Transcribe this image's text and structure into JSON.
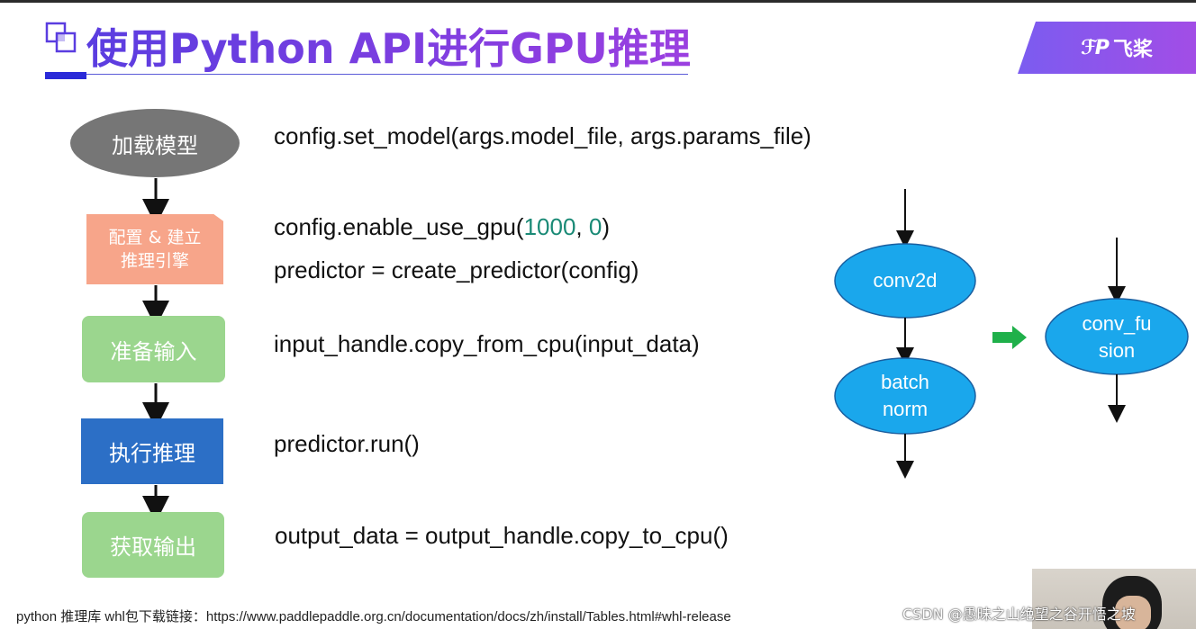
{
  "title": "使用Python API进行GPU推理",
  "logo": {
    "text": "飞桨",
    "glyph": "ℱP"
  },
  "flow": {
    "load": "加载模型",
    "config_line1": "配置 & 建立",
    "config_line2": "推理引擎",
    "input": "准备输入",
    "run": "执行推理",
    "output": "获取输出"
  },
  "code": {
    "set_model": "config.set_model(args.model_file, args.params_file)",
    "enable_gpu_prefix": "config.enable_use_gpu(",
    "enable_gpu_arg1": "1000",
    "enable_gpu_sep": ", ",
    "enable_gpu_arg2": "0",
    "enable_gpu_suffix": ")",
    "create_predictor": "predictor = create_predictor(config)",
    "copy_from_cpu": "input_handle.copy_from_cpu(input_data)",
    "run": "predictor.run()",
    "copy_to_cpu": "output_data = output_handle.copy_to_cpu()"
  },
  "fusion": {
    "conv2d": "conv2d",
    "batch_line1": "batch",
    "batch_line2": "norm",
    "fused_line1": "conv_fu",
    "fused_line2": "sion"
  },
  "footer": {
    "link": "python 推理库 whl包下载链接：https://www.paddlepaddle.org.cn/documentation/docs/zh/install/Tables.html#whl-release",
    "watermark": "CSDN @愚昧之山绝望之谷开悟之坡"
  },
  "colors": {
    "title_gradient_start": "#5a3de0",
    "title_gradient_end": "#9b3fe0",
    "node_load": "#767676",
    "node_config": "#f7a58a",
    "node_input": "#9bd68e",
    "node_run": "#2c6fc6",
    "node_output": "#9bd68e",
    "ellipse_fill": "#1aa7ec",
    "ellipse_stroke": "#1a5fa0",
    "fusion_arrow": "#1fb04a",
    "code_number": "#1a8a76"
  }
}
